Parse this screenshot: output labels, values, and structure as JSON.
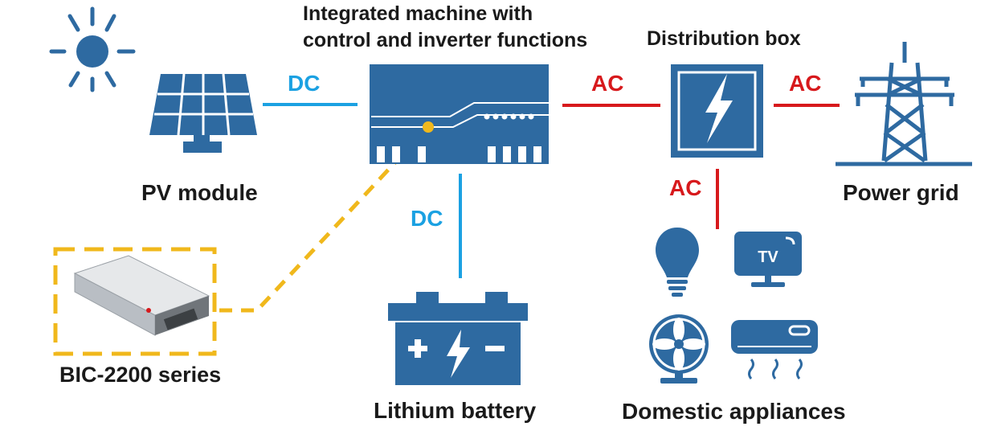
{
  "colors": {
    "device_blue": "#2e6aa1",
    "dc_blue": "#1ba1e2",
    "ac_red": "#d7191c",
    "dashed_gold": "#f0b81c",
    "text": "#1a1a1a"
  },
  "labels": {
    "inverter_line1": "Integrated machine with",
    "inverter_line2": "control and inverter functions",
    "distribution_box": "Distribution box",
    "pv_module": "PV module",
    "power_grid": "Power grid",
    "bic_series": "BIC-2200 series",
    "lithium_battery": "Lithium battery",
    "domestic_appliances": "Domestic appliances",
    "tv_text": "TV"
  },
  "connections": {
    "pv_to_inverter": "DC",
    "inverter_to_battery": "DC",
    "inverter_to_box": "AC",
    "box_to_grid": "AC",
    "box_to_appliances": "AC"
  },
  "icons": [
    "sun-icon",
    "solar-panel-icon",
    "inverter-icon",
    "distribution-box-icon",
    "power-tower-icon",
    "bic-unit-image",
    "battery-icon",
    "bulb-icon",
    "tv-icon",
    "fan-icon",
    "air-conditioner-icon"
  ]
}
